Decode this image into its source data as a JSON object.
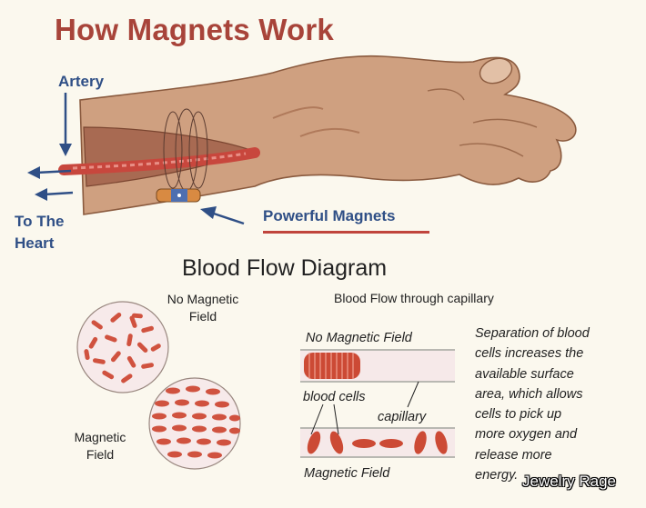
{
  "title": "How Magnets Work",
  "labels": {
    "artery": "Artery",
    "to_the_heart_line1": "To The",
    "to_the_heart_line2": "Heart",
    "powerful_magnets": "Powerful Magnets",
    "diagram_title": "Blood Flow Diagram",
    "no_magnetic_field_line1": "No Magnetic",
    "no_magnetic_field_line2": "Field",
    "magnetic_field_line1": "Magnetic",
    "magnetic_field_line2": "Field",
    "capillary_title": "Blood Flow through capillary",
    "cap_no_magnetic_field": "No Magnetic Field",
    "cap_blood_cells": "blood cells",
    "cap_capillary": "capillary",
    "cap_magnetic_field": "Magnetic Field",
    "separation_lines": [
      "Separation of blood",
      "cells increases the",
      "available surface",
      "area, which allows",
      "cells to pick up",
      "more oxygen and",
      "release more",
      "energy."
    ]
  },
  "watermark": "Jewelry Rage",
  "colors": {
    "title": "#a8443a",
    "label_blue": "#2f4f86",
    "skin": "#c99a7a",
    "blood": "#c8473d"
  }
}
